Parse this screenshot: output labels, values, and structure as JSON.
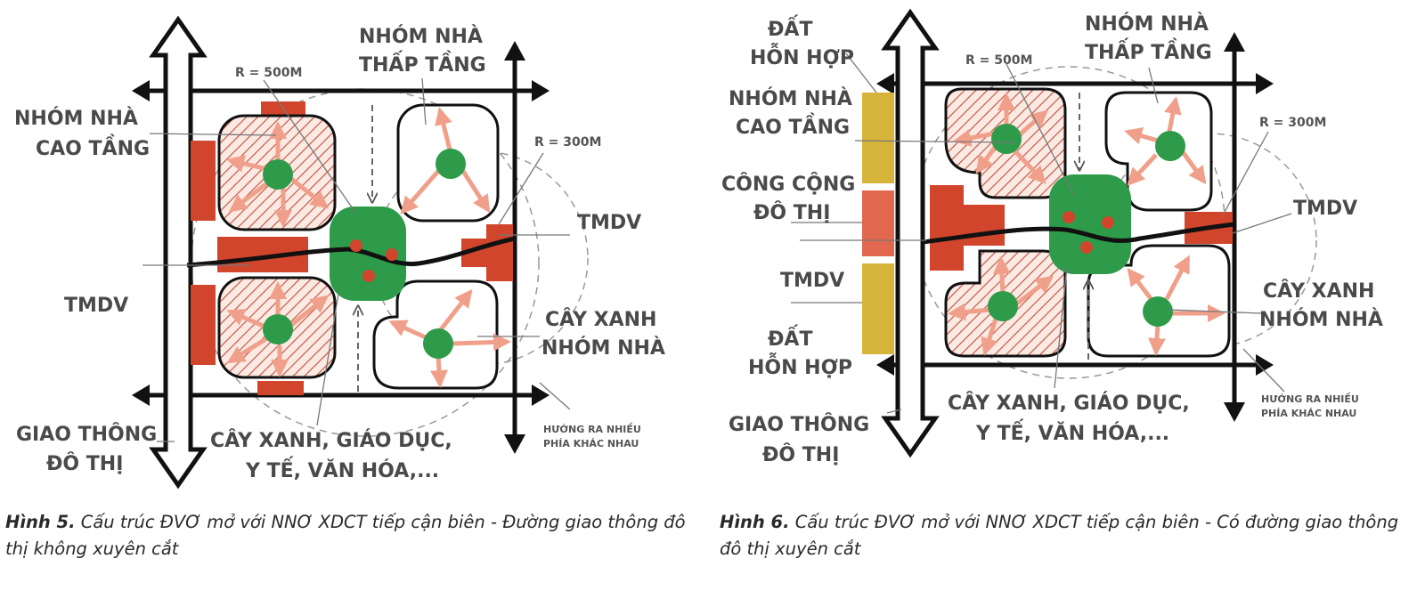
{
  "figure5": {
    "labels": {
      "nhom_nha_thap_tang_1": "NHÓM NHÀ",
      "nhom_nha_thap_tang_2": "THẤP TẦNG",
      "nhom_nha_cao_tang_1": "NHÓM NHÀ",
      "nhom_nha_cao_tang_2": "CAO TẦNG",
      "r500": "R = 500M",
      "r300": "R = 300M",
      "tmdv_right": "TMDV",
      "tmdv_left": "TMDV",
      "cay_xanh_1": "CÂY XANH",
      "cay_xanh_2": "NHÓM NHÀ",
      "giao_thong_1": "GIAO THÔNG",
      "giao_thong_2": "ĐÔ THỊ",
      "cay_xanh_gd_1": "CÂY XANH, GIÁO DỤC,",
      "cay_xanh_gd_2": "Y TẾ, VĂN HÓA,...",
      "huong_1": "HƯỚNG RA NHIỀU",
      "huong_2": "PHÍA KHÁC NHAU"
    },
    "caption_bold": "Hình 5.",
    "caption_text": " Cấu trúc ĐVƠ mở với NNƠ XDCT tiếp cận biên - Đường giao thông đô thị không xuyên cắt"
  },
  "figure6": {
    "labels": {
      "dat_hon_hop_top_1": "ĐẤT",
      "dat_hon_hop_top_2": "HỖN HỢP",
      "nhom_nha_thap_tang_1": "NHÓM NHÀ",
      "nhom_nha_thap_tang_2": "THẤP TẦNG",
      "r500": "R = 500M",
      "r300": "R = 300M",
      "nhom_nha_cao_tang_1": "NHÓM NHÀ",
      "nhom_nha_cao_tang_2": "CAO TẦNG",
      "cong_cong_1": "CÔNG CỘNG",
      "cong_cong_2": "ĐÔ THỊ",
      "tmdv_left": "TMDV",
      "tmdv_right": "TMDV",
      "dat_hon_hop_bot_1": "ĐẤT",
      "dat_hon_hop_bot_2": "HỖN HỢP",
      "cay_xanh_1": "CÂY XANH",
      "cay_xanh_2": "NHÓM NHÀ",
      "giao_thong_1": "GIAO THÔNG",
      "giao_thong_2": "ĐÔ THỊ",
      "cay_xanh_gd_1": "CÂY XANH, GIÁO DỤC,",
      "cay_xanh_gd_2": "Y TẾ, VĂN HÓA,...",
      "huong_1": "HƯỚNG RA NHIỀU",
      "huong_2": "PHÍA KHÁC NHAU"
    },
    "caption_bold": "Hình 6.",
    "caption_text": " Cấu trúc ĐVƠ mở với NNƠ XDCT tiếp cận biên - Có đường giao thông đô thị xuyên cắt"
  },
  "colors": {
    "green": "#2e9b4a",
    "red": "#d0452c",
    "salmon": "#f0a08a",
    "hatch": "#c0503a",
    "mustard": "#d6b43a",
    "coral": "#e2674f",
    "line": "#111111"
  }
}
